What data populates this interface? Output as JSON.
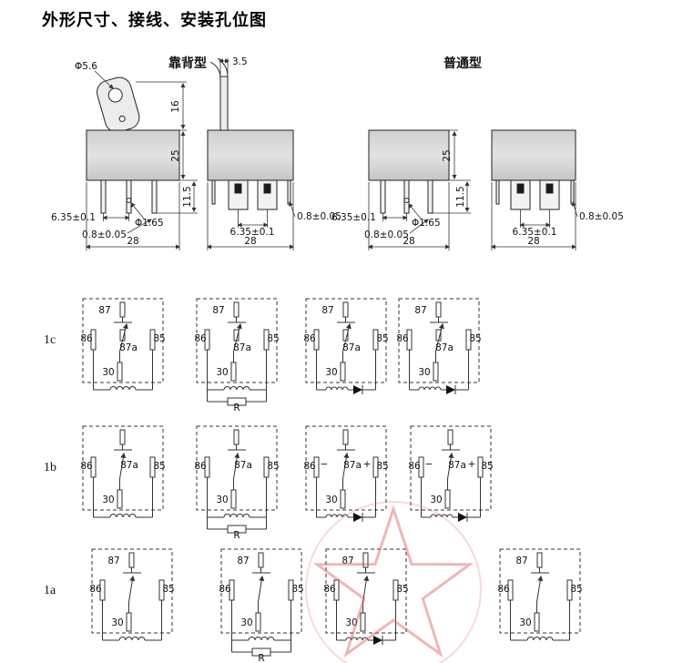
{
  "title": "外形尺寸、接线、安装孔位图",
  "types": {
    "back": "靠背型",
    "normal": "普通型"
  },
  "dims": {
    "phi56": "Φ5.6",
    "h16": "16",
    "h25": "25",
    "h115": "11.5",
    "w635": "6.35±0.1",
    "phi165": "Φ1.65",
    "t08": "0.8±0.05",
    "w28": "28",
    "t35": "3.5"
  },
  "schematics": {
    "terminals": {
      "t87": "87",
      "t86": "86",
      "t87a": "87a",
      "t85": "85",
      "t30": "30"
    },
    "rows": [
      {
        "label": "1c",
        "form": "1c",
        "cells": [
          {
            "bottom": "coil"
          },
          {
            "bottom": "coil-resistor",
            "resistor_label": "R"
          },
          {
            "bottom": "coil-diode"
          },
          {
            "bottom": "coil-diode"
          }
        ]
      },
      {
        "label": "1b",
        "form": "1b",
        "cells": [
          {
            "bottom": "coil"
          },
          {
            "bottom": "coil-resistor",
            "resistor_label": "R"
          },
          {
            "bottom": "coil-diode",
            "polarity": {
              "left": "−",
              "right": "+"
            }
          },
          {
            "bottom": "coil-diode",
            "polarity": {
              "left": "−",
              "right": "+"
            }
          }
        ]
      },
      {
        "label": "1a",
        "form": "1a",
        "cells": [
          {
            "bottom": "coil"
          },
          {
            "bottom": "coil-resistor",
            "resistor_label": "R"
          },
          {
            "bottom": "coil-diode"
          },
          {
            "bottom": "coil"
          }
        ]
      }
    ]
  },
  "watermark_color": "#dd5f5f"
}
